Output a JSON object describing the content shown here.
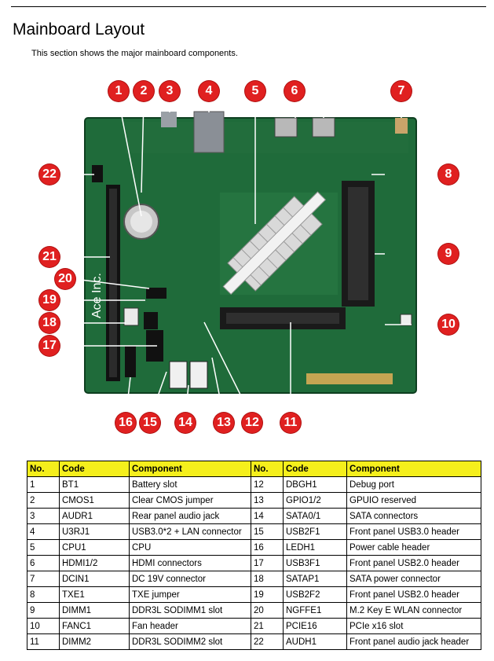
{
  "header": {
    "title": "Mainboard Layout",
    "intro": "This section shows the major mainboard components."
  },
  "board_labels": {
    "silk_left": "Ace Inc.",
    "callouts": [
      "1",
      "2",
      "3",
      "4",
      "5",
      "6",
      "7",
      "8",
      "9",
      "10",
      "11",
      "12",
      "13",
      "14",
      "15",
      "16",
      "17",
      "18",
      "19",
      "20",
      "21",
      "22"
    ]
  },
  "colors": {
    "callout": "#e02020",
    "pcb": "#1f6b3a",
    "table_header": "#f5ef1c"
  },
  "table": {
    "headers": [
      "No.",
      "Code",
      "Component",
      "No.",
      "Code",
      "Component"
    ],
    "rows": [
      [
        "1",
        "BT1",
        "Battery slot",
        "12",
        "DBGH1",
        "Debug port"
      ],
      [
        "2",
        "CMOS1",
        "Clear CMOS jumper",
        "13",
        "GPIO1/2",
        "GPUIO reserved"
      ],
      [
        "3",
        "AUDR1",
        "Rear panel audio jack",
        "14",
        "SATA0/1",
        "SATA connectors"
      ],
      [
        "4",
        "U3RJ1",
        "USB3.0*2 + LAN connector",
        "15",
        "USB2F1",
        "Front panel USB3.0 header"
      ],
      [
        "5",
        "CPU1",
        "CPU",
        "16",
        "LEDH1",
        "Power cable header"
      ],
      [
        "6",
        "HDMI1/2",
        "HDMI connectors",
        "17",
        "USB3F1",
        "Front panel USB2.0 header"
      ],
      [
        "7",
        "DCIN1",
        "DC 19V connector",
        "18",
        "SATAP1",
        "SATA power connector"
      ],
      [
        "8",
        "TXE1",
        "TXE jumper",
        "19",
        "USB2F2",
        "Front panel USB2.0 header"
      ],
      [
        "9",
        "DIMM1",
        "DDR3L SODIMM1 slot",
        "20",
        "NGFFE1",
        "M.2 Key E WLAN connector"
      ],
      [
        "10",
        "FANC1",
        "Fan header",
        "21",
        "PCIE16",
        "PCIe x16 slot"
      ],
      [
        "11",
        "DIMM2",
        "DDR3L SODIMM2 slot",
        "22",
        "AUDH1",
        "Front panel audio jack header"
      ]
    ]
  }
}
